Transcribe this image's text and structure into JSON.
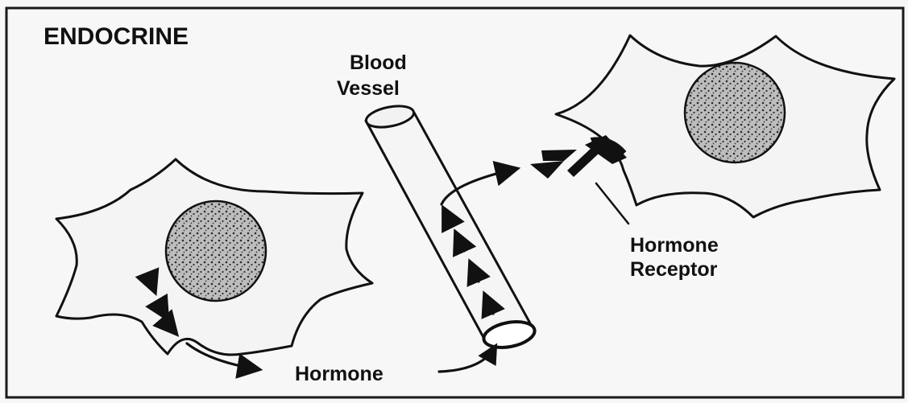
{
  "diagram": {
    "title": "ENDOCRINE",
    "labels": {
      "blood_vessel_line1": "Blood",
      "blood_vessel_line2": "Vessel",
      "hormone": "Hormone",
      "hormone_receptor_line1": "Hormone",
      "hormone_receptor_line2": "Receptor"
    }
  }
}
